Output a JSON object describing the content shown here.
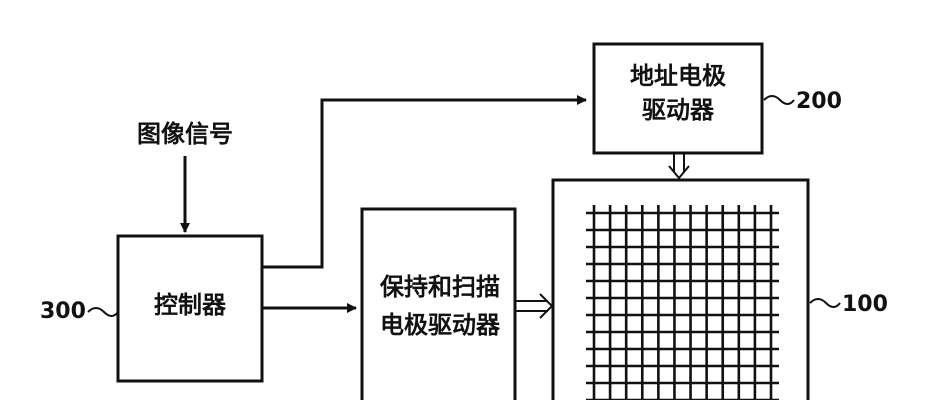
{
  "input_label": "图像信号",
  "controller": {
    "label": "控制器",
    "ref": "300"
  },
  "address_driver": {
    "line1": "地址电极",
    "line2": "驱动器",
    "ref": "200"
  },
  "hold_scan_driver": {
    "line1": "保持和扫描",
    "line2": "电极驱动器"
  },
  "panel": {
    "ref": "100"
  }
}
